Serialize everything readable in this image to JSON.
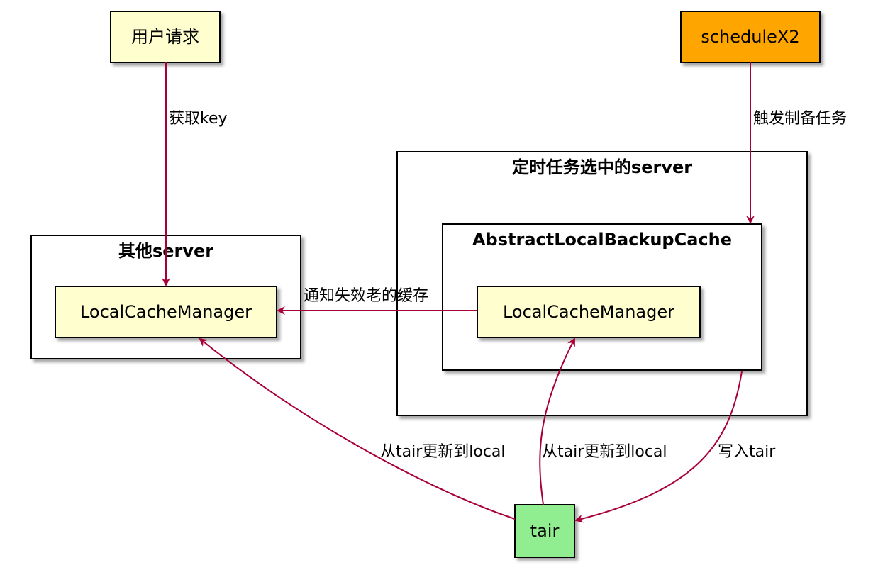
{
  "nodes": {
    "user_request": "用户请求",
    "schedulex2": "scheduleX2",
    "other_lcm": "LocalCacheManager",
    "sel_lcm": "LocalCacheManager",
    "tair": "tair"
  },
  "groups": {
    "other_server": "其他server",
    "selected_server": "定时任务选中的server",
    "abstract_cache": "AbstractLocalBackupCache"
  },
  "edges": {
    "get_key": "获取key",
    "trigger": "触发制备任务",
    "notify": "通知失效老的缓存",
    "update_left": "从tair更新到local",
    "update_right": "从tair更新到local",
    "write_tair": "写入tair"
  },
  "colors": {
    "note_fill": "#FEFECE",
    "schedule_fill": "#FFA500",
    "tair_fill": "#90EE90",
    "arrow": "#A80036",
    "border": "#000000"
  }
}
